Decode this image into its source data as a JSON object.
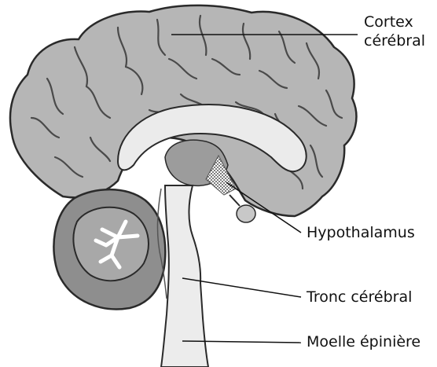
{
  "diagram": {
    "labels": {
      "cortex_line1": "Cortex",
      "cortex_line2": "cérébral",
      "hypothalamus": "Hypothalamus",
      "tronc": "Tronc cérébral",
      "moelle": "Moelle épinière"
    }
  },
  "colors": {
    "cortex": "#b6b6b6",
    "sulci": "#4a4a4a",
    "corpus_callosum": "#ebebeb",
    "diencephalon": "#9c9c9c",
    "brainstem": "#ececec",
    "cerebellum_outer": "#8e8e8e",
    "cerebellum_inner": "#a8a8a8",
    "leader_lines": "#111111"
  }
}
